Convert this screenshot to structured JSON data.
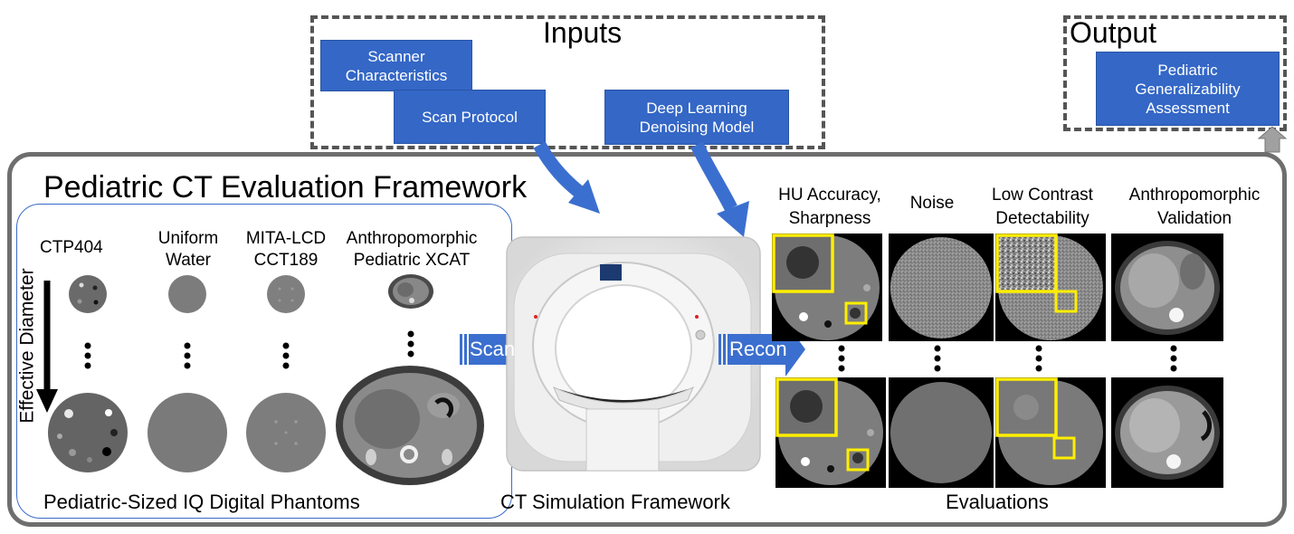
{
  "inputs": {
    "title": "Inputs",
    "scanner": "Scanner Characteristics",
    "protocol": "Scan Protocol",
    "model": "Deep Learning Denoising Model"
  },
  "output": {
    "title": "Output",
    "assessment": "Pediatric Generalizability Assessment"
  },
  "framework_title": "Pediatric CT Evaluation Framework",
  "phantoms": {
    "col1": "CTP404",
    "col2_line1": "Uniform",
    "col2_line2": "Water",
    "col3_line1": "MITA-LCD",
    "col3_line2": "CCT189",
    "col4_line1": "Anthropomorphic",
    "col4_line2": "Pediatric XCAT",
    "axis_label": "Effective Diameter",
    "caption": "Pediatric-Sized IQ Digital Phantoms"
  },
  "simulation": {
    "scan_label": "Scan",
    "recon_label": "Recon",
    "caption": "CT Simulation Framework"
  },
  "evaluations": {
    "col1_line1": "HU Accuracy,",
    "col1_line2": "Sharpness",
    "col2": "Noise",
    "col3_line1": "Low Contrast",
    "col3_line2": "Detectability",
    "col4_line1": "Anthropomorphic",
    "col4_line2": "Validation",
    "caption": "Evaluations"
  },
  "colors": {
    "box_blue": "#3467c6",
    "highlight_yellow": "#ffee00",
    "frame_gray": "#6e6e6e"
  }
}
